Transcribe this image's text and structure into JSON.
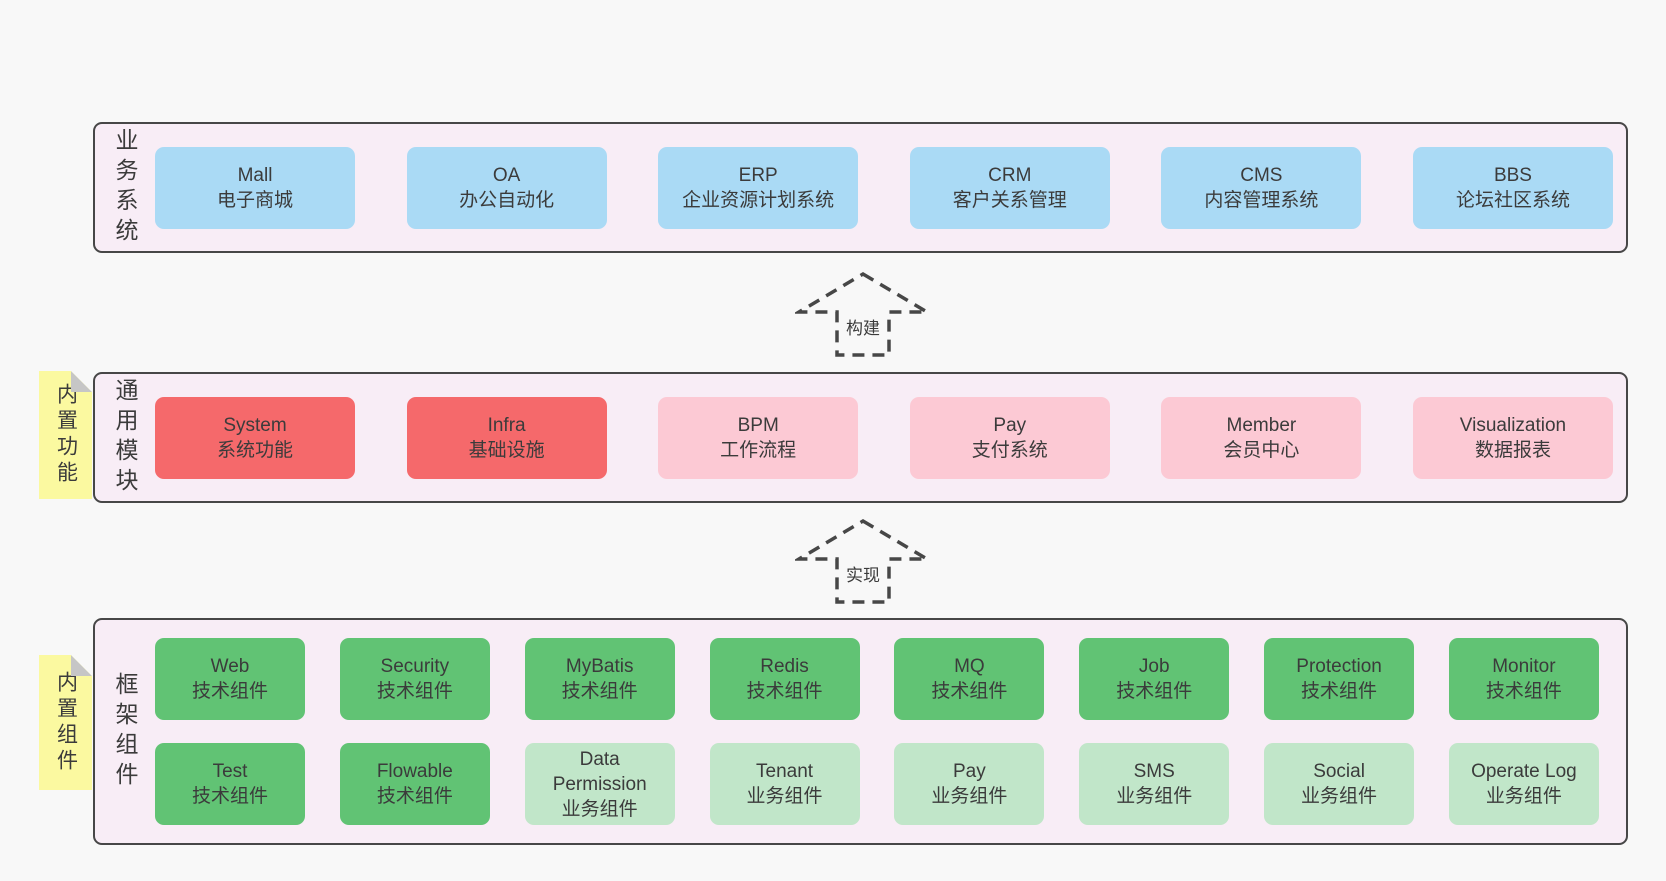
{
  "colors": {
    "page_bg": "#f8f8f8",
    "layer_bg": "#f8edf6",
    "layer_border": "#474747",
    "blue": "#aadaf5",
    "red": "#f5696b",
    "pink": "#fcc9d4",
    "green": "#61c374",
    "light_green": "#c1e6c9",
    "sticky_yellow": "#fbf9a0",
    "fold_gray": "#c6c6c6",
    "text": "#3b3b3b"
  },
  "layers": [
    {
      "id": "business-systems",
      "label": "业务系统",
      "note": null,
      "rows": [
        [
          {
            "name": "Mall",
            "desc": "电子商城",
            "variant": "blue"
          },
          {
            "name": "OA",
            "desc": "办公自动化",
            "variant": "blue"
          },
          {
            "name": "ERP",
            "desc": "企业资源计划系统",
            "variant": "blue"
          },
          {
            "name": "CRM",
            "desc": "客户关系管理",
            "variant": "blue"
          },
          {
            "name": "CMS",
            "desc": "内容管理系统",
            "variant": "blue"
          },
          {
            "name": "BBS",
            "desc": "论坛社区系统",
            "variant": "blue"
          }
        ]
      ]
    },
    {
      "id": "common-modules",
      "label": "通用模块",
      "note": "内置功能",
      "rows": [
        [
          {
            "name": "System",
            "desc": "系统功能",
            "variant": "red"
          },
          {
            "name": "Infra",
            "desc": "基础设施",
            "variant": "red"
          },
          {
            "name": "BPM",
            "desc": "工作流程",
            "variant": "pink"
          },
          {
            "name": "Pay",
            "desc": "支付系统",
            "variant": "pink"
          },
          {
            "name": "Member",
            "desc": "会员中心",
            "variant": "pink"
          },
          {
            "name": "Visualization",
            "desc": "数据报表",
            "variant": "pink"
          }
        ]
      ]
    },
    {
      "id": "framework-components",
      "label": "框架组件",
      "note": "内置组件",
      "rows": [
        [
          {
            "name": "Web",
            "desc": "技术组件",
            "variant": "green"
          },
          {
            "name": "Security",
            "desc": "技术组件",
            "variant": "green"
          },
          {
            "name": "MyBatis",
            "desc": "技术组件",
            "variant": "green"
          },
          {
            "name": "Redis",
            "desc": "技术组件",
            "variant": "green"
          },
          {
            "name": "MQ",
            "desc": "技术组件",
            "variant": "green"
          },
          {
            "name": "Job",
            "desc": "技术组件",
            "variant": "green"
          },
          {
            "name": "Protection",
            "desc": "技术组件",
            "variant": "green"
          },
          {
            "name": "Monitor",
            "desc": "技术组件",
            "variant": "green"
          }
        ],
        [
          {
            "name": "Test",
            "desc": "技术组件",
            "variant": "green"
          },
          {
            "name": "Flowable",
            "desc": "技术组件",
            "variant": "green"
          },
          {
            "name": "Data Permission",
            "desc": "业务组件",
            "variant": "light_green"
          },
          {
            "name": "Tenant",
            "desc": "业务组件",
            "variant": "light_green"
          },
          {
            "name": "Pay",
            "desc": "业务组件",
            "variant": "light_green"
          },
          {
            "name": "SMS",
            "desc": "业务组件",
            "variant": "light_green"
          },
          {
            "name": "Social",
            "desc": "业务组件",
            "variant": "light_green"
          },
          {
            "name": "Operate Log",
            "desc": "业务组件",
            "variant": "light_green"
          }
        ]
      ]
    }
  ],
  "arrows": [
    {
      "id": "build",
      "label": "构建"
    },
    {
      "id": "implement",
      "label": "实现"
    }
  ]
}
